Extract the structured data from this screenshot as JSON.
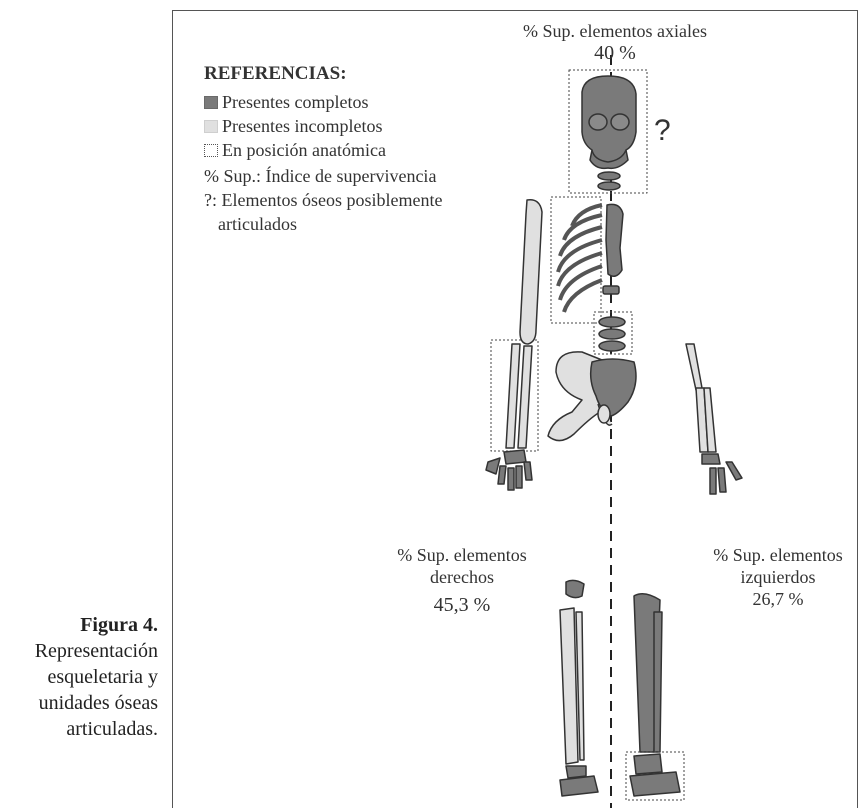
{
  "axial": {
    "label": "% Sup. elementos axiales",
    "value": "40 %"
  },
  "right": {
    "label_line1": "% Sup. elementos",
    "label_line2": "derechos",
    "value": "45,3 %"
  },
  "left": {
    "label_line1": "% Sup. elementos",
    "label_line2": "izquierdos",
    "value": "26,7 %"
  },
  "question_mark": "?",
  "legend": {
    "title": "REFERENCIAS:",
    "complete": "Presentes completos",
    "incomplete": "Presentes  incompletos",
    "anatomical": "En posición anatómica",
    "sup_index": "% Sup.: Índice de supervivencia",
    "articulated_line1": "?: Elementos óseos posiblemente",
    "articulated_line2": "articulados"
  },
  "caption": {
    "figure": "Figura 4.",
    "line1": "Representación",
    "line2": "esqueletaria y",
    "line3": "unidades óseas",
    "line4": "articuladas."
  },
  "colors": {
    "complete": "#7a7a7a",
    "incomplete": "#e0e0e0",
    "outline": "#333333"
  }
}
